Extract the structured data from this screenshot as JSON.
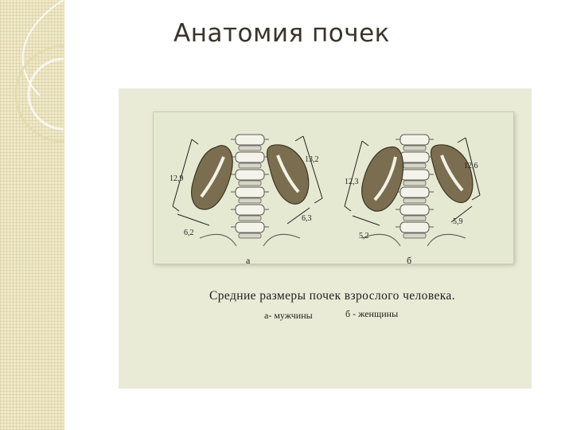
{
  "slide": {
    "title": "Анатомия почек"
  },
  "figure": {
    "left_panel": {
      "label": "а",
      "dims": [
        "12,9",
        "13,2",
        "6,2",
        "6,3"
      ]
    },
    "right_panel": {
      "label": "б",
      "dims": [
        "12,3",
        "12,6",
        "5,2",
        "5,9"
      ]
    },
    "caption": "Средние размеры почек взрослого человека.",
    "legend_a": "а- мужчины",
    "legend_b": "б - женщины"
  },
  "colors": {
    "kidney_fill": "#7b6e50",
    "panel_bg": "#e9ebd7",
    "strip_bg": "#efe9c9",
    "title_text": "#3b3329"
  }
}
